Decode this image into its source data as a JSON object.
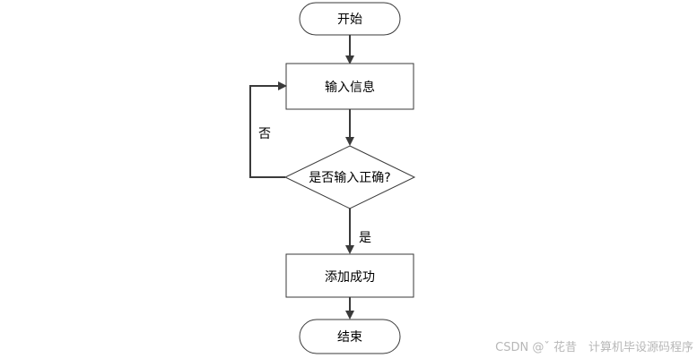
{
  "flowchart": {
    "start": "开始",
    "input_info": "输入信息",
    "decision": "是否输入正确?",
    "label_no": "否",
    "label_yes": "是",
    "add_success": "添加成功",
    "end": "结束"
  },
  "watermark": "CSDN @ˇ 花昔　计算机毕设源码程序",
  "colors": {
    "stroke": "#3a3a3a",
    "fill": "#ffffff",
    "text": "#000000",
    "watermark": "#b7b7b7"
  }
}
